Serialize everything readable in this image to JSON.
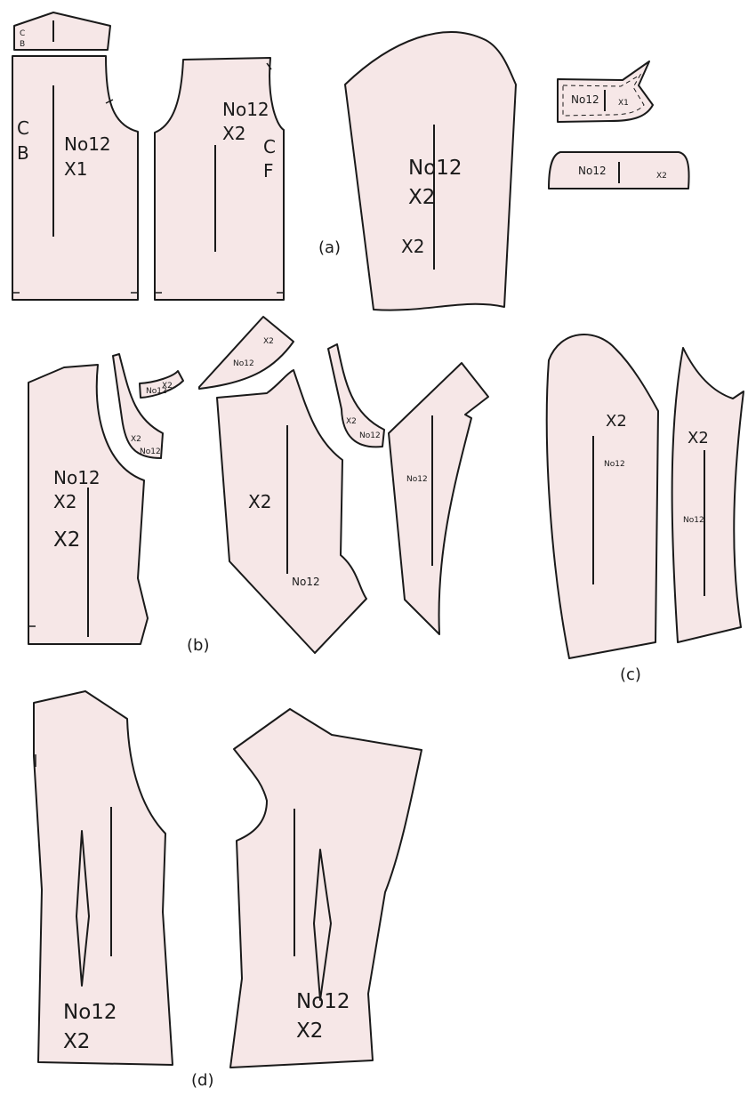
{
  "figure": {
    "captions": {
      "a": "(a)",
      "b": "(b)",
      "c": "(c)",
      "d": "(d)"
    },
    "labels": {
      "cb": "C",
      "cb2": "B",
      "cf": "C",
      "cf2": "F",
      "no12": "No12",
      "x1": "X1",
      "x2": "X2"
    }
  }
}
